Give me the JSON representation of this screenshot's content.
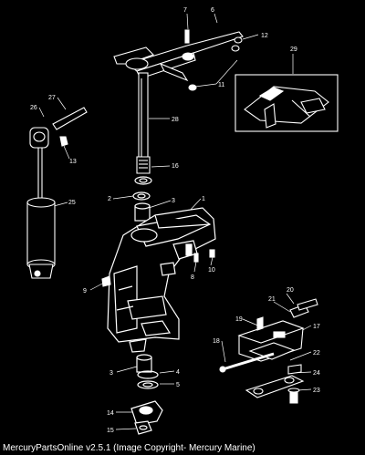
{
  "diagram": {
    "callouts": [
      {
        "id": "c1",
        "text": "1"
      },
      {
        "id": "c2",
        "text": "2"
      },
      {
        "id": "c3",
        "text": "3"
      },
      {
        "id": "c3b",
        "text": "3"
      },
      {
        "id": "c4",
        "text": "4"
      },
      {
        "id": "c5",
        "text": "5"
      },
      {
        "id": "c6",
        "text": "6"
      },
      {
        "id": "c7",
        "text": "7"
      },
      {
        "id": "c8",
        "text": "8"
      },
      {
        "id": "c9",
        "text": "9"
      },
      {
        "id": "c10",
        "text": "10"
      },
      {
        "id": "c11",
        "text": "11"
      },
      {
        "id": "c12",
        "text": "12"
      },
      {
        "id": "c13",
        "text": "13"
      },
      {
        "id": "c14",
        "text": "14"
      },
      {
        "id": "c15",
        "text": "15"
      },
      {
        "id": "c16",
        "text": "16"
      },
      {
        "id": "c17",
        "text": "17"
      },
      {
        "id": "c18",
        "text": "18"
      },
      {
        "id": "c19",
        "text": "19"
      },
      {
        "id": "c20",
        "text": "20"
      },
      {
        "id": "c21",
        "text": "21"
      },
      {
        "id": "c22",
        "text": "22"
      },
      {
        "id": "c23",
        "text": "23"
      },
      {
        "id": "c24",
        "text": "24"
      },
      {
        "id": "c25",
        "text": "25"
      },
      {
        "id": "c26",
        "text": "26"
      },
      {
        "id": "c27",
        "text": "27"
      },
      {
        "id": "c28",
        "text": "28"
      },
      {
        "id": "c29",
        "text": "29"
      }
    ]
  },
  "footer": {
    "text": "MercuryPartsOnline v2.5.1 (Image Copyright- Mercury Marine)"
  },
  "colors": {
    "background": "#000000",
    "ink": "#ffffff"
  }
}
